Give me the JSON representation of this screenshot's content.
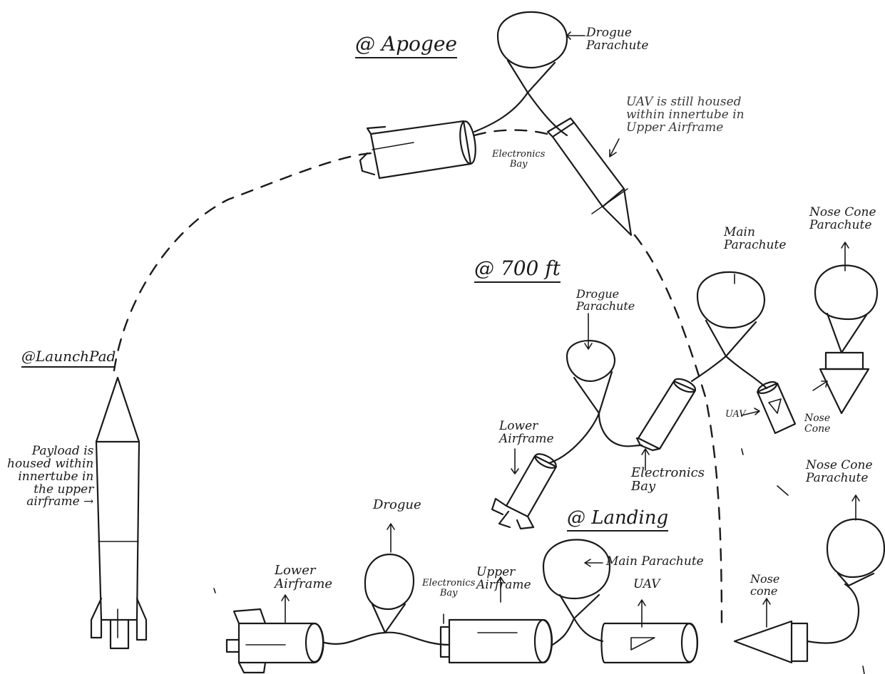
{
  "headers": {
    "apogee": "@ Apogee",
    "ft700": "@ 700 ft",
    "launch": "@LaunchPad",
    "landing": "@ Landing"
  },
  "labels": {
    "apogee_drogue": "Drogue\nParachute",
    "apogee_uav": "UAV is still housed\nwithin innertube in\nUpper Airframe",
    "apogee_ebay": "Electronics\nBay",
    "ft700_drogue": "Drogue\nParachute",
    "ft700_main": "Main\nParachute",
    "ft700_nose_chute": "Nose Cone\nParachute",
    "ft700_lower": "Lower\nAirframe",
    "ft700_ebay": "Electronics\nBay",
    "ft700_uav": "UAV",
    "ft700_nose": "Nose\nCone",
    "launch_payload": "Payload is\nhoused within\ninnertube in\nthe upper\nairframe →",
    "land_drogue": "Drogue",
    "land_lower": "Lower\nAirframe",
    "land_ebay": "Electronics\nBay",
    "land_upper": "Upper\nAirframe",
    "land_main": "Main Parachute",
    "land_uav": "UAV",
    "land_nosecone": "Nose\ncone",
    "land_nose_chute": "Nose Cone\nParachute"
  }
}
